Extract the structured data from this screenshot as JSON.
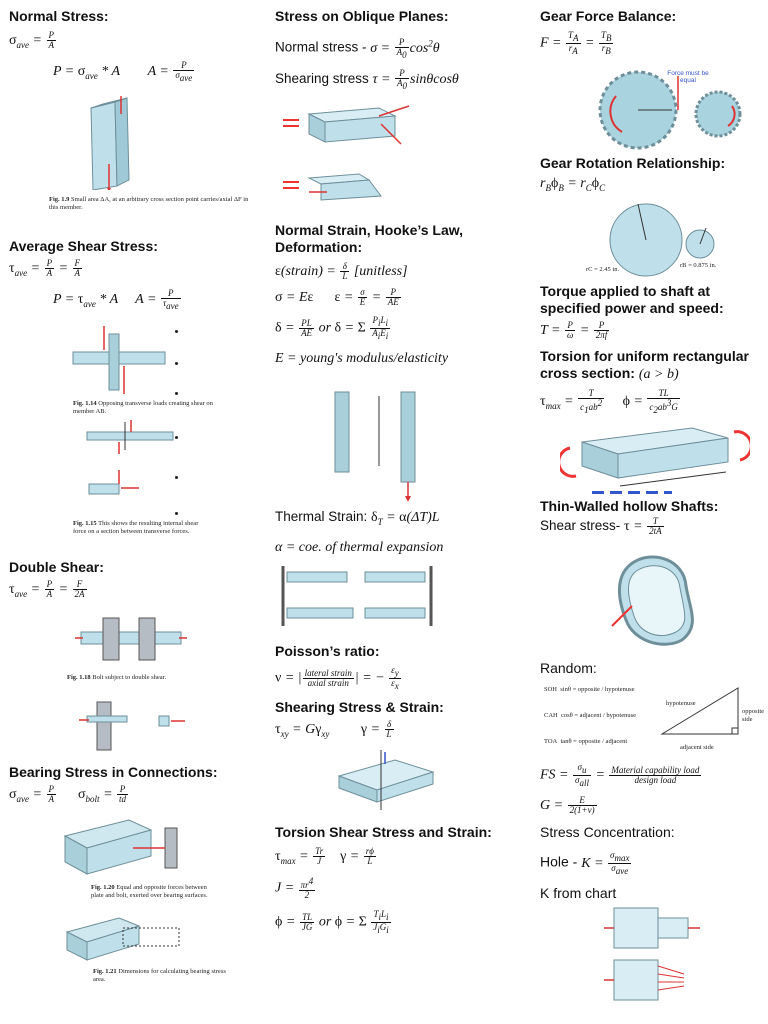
{
  "col1": {
    "normal_stress": {
      "heading": "Normal Stress:",
      "eq1": "σ_ave = P / A",
      "eq2": "P = σ_ave * A        A = P / σ_ave",
      "caption_label": "Fig. 1.9",
      "caption": "Small area ΔA, at an arbitrary cross section point carries/axial ΔF in this member."
    },
    "avg_shear": {
      "heading": "Average Shear Stress:",
      "eq1": "τ_ave = P / A = F / A",
      "eq2": "P = τ_ave * A      A = P / τ_ave",
      "caption1_label": "Fig. 1.14",
      "caption1": "Opposing transverse loads creating shear on member AB.",
      "caption2_label": "Fig. 1.15",
      "caption2": "This shows the resulting internal shear force on a section between transverse forces."
    },
    "double_shear": {
      "heading": "Double Shear:",
      "eq1": "τ_ave = P / A = F / 2A",
      "caption_label": "Fig. 1.18",
      "caption": "Bolt subject to double shear."
    },
    "bearing": {
      "heading": "Bearing Stress in Connections:",
      "eq1": "σ_ave = P / A      σ_bolt = P / td",
      "caption1_label": "Fig. 1.20",
      "caption1": "Equal and opposite forces between plate and bolt, exerted over bearing surfaces.",
      "caption2_label": "Fig. 1.21",
      "caption2": "Dimensions for calculating bearing stress area."
    }
  },
  "col2": {
    "oblique": {
      "heading": "Stress on Oblique Planes:",
      "normal_label": "Normal stress - ",
      "normal_eq": "σ = P / A0 cos²θ",
      "shear_label": "Shearing stress ",
      "shear_eq": "τ = P / A0 sinθcosθ"
    },
    "strain": {
      "heading": "Normal Strain, Hooke’s Law, Deformation:",
      "eq1": "ε(strain) = δ / L [unitless]",
      "eq2": "σ = Eε      ε = σ / E = P / AE",
      "eq3": "δ = PL / AE or δ = Σ PiLi / AiEi",
      "eq4": "E = young's modulus/elasticity"
    },
    "thermal": {
      "label": "Thermal Strain: ",
      "eq1": "δT = α(ΔT)L",
      "eq2": "α = coe. of thermal expansion"
    },
    "poisson": {
      "heading": "Poisson’s ratio:",
      "eq1": "ν = |lateral strain / axial strain| = − εy / εx"
    },
    "shearing": {
      "heading": "Shearing Stress & Strain:",
      "eq1": "τxy = Gγxy      γ = δ / L"
    },
    "torsion": {
      "heading": "Torsion Shear Stress and Strain:",
      "eq1": "τmax = Tr / J      γ = rϕ / L",
      "eq2": "J = πr⁴ / 2",
      "eq3": "ϕ = TL / JG or ϕ = Σ TiLi / JiGi"
    }
  },
  "col3": {
    "gear_force": {
      "heading": "Gear Force Balance:",
      "eq1": "F = TA / rA = TB / rB",
      "note": "Force must be equal"
    },
    "gear_rotation": {
      "heading": "Gear Rotation Relationship:",
      "eq1": "rBϕB = rCϕC",
      "rc": "rC = 2.45 in.",
      "rb": "rB = 0.875 in."
    },
    "torque": {
      "heading": "Torque applied to shaft at specified power and speed:",
      "eq1": "T = P / ω = P / 2πf"
    },
    "rect": {
      "heading": "Torsion for uniform rectangular cross section:",
      "cond": "(a > b)",
      "eq1": "τmax = T / c1ab²      ϕ = TL / c2ab³G"
    },
    "thin": {
      "heading": "Thin-Walled hollow Shafts:",
      "label": "Shear stress- ",
      "eq1": "τ = T / 2tA"
    },
    "random": {
      "heading": "Random:",
      "soh": "SOH",
      "cah": "CAH",
      "toa": "TOA",
      "sin": "sinθ = opposite / hypotenuse",
      "cos": "cosθ = adjacent / hypotenuse",
      "tan": "tanθ = opposite / adjacent",
      "hyp": "hypotenuse",
      "opp": "opposite side",
      "adj": "adjacent side",
      "fs": "FS = σu / σall = Material capability load / design load",
      "g": "G = E / 2(1+ν)"
    },
    "concentration": {
      "heading": "Stress Concentration:",
      "hole_label": "Hole - ",
      "hole_eq": "K = σmax / σave",
      "chart": "K from chart"
    }
  }
}
